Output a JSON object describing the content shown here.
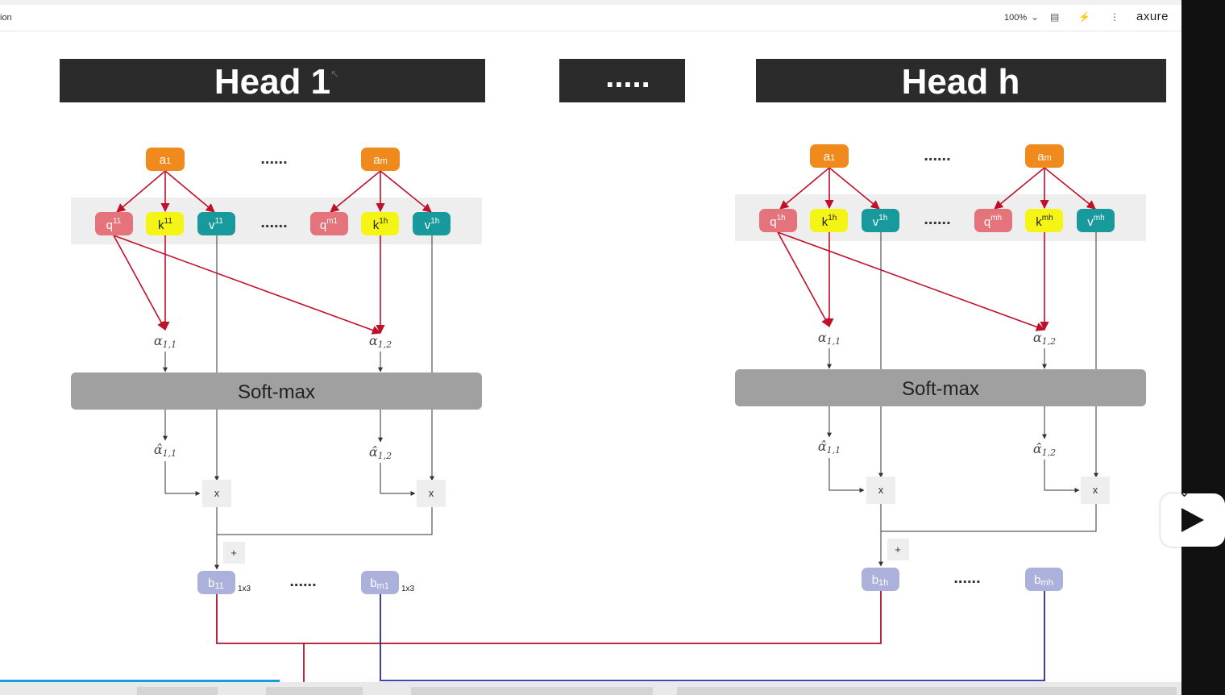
{
  "app": {
    "tab_fragment": "ion",
    "zoom": "100%",
    "logo": "axure"
  },
  "diagram": {
    "head1_title": "Head 1",
    "middle_title": ".....",
    "headh_title": "Head h",
    "dots": "......",
    "softmax": "Soft-max",
    "mult": "x",
    "plus": "+",
    "dim": "1x3",
    "head1": {
      "a1": "a",
      "a1_sub": "1",
      "am": "a",
      "am_sub": "m",
      "q1": "q",
      "q1_sup": "11",
      "k1": "k",
      "k1_sup": "11",
      "v1": "v",
      "v1_sup": "11",
      "q2": "q",
      "q2_sup": "m1",
      "k2": "k",
      "k2_sup": "1h",
      "v2": "v",
      "v2_sup": "1h",
      "alpha1": "α",
      "alpha1_sub": "1,1",
      "alpha2": "α",
      "alpha2_sub": "1,2",
      "alphahat1": "α̂",
      "alphahat1_sub": "1,1",
      "alphahat2": "α̂",
      "alphahat2_sub": "1,2",
      "b1": "b",
      "b1_sub": "11",
      "b2": "b",
      "b2_sub": "m1"
    },
    "headh": {
      "a1": "a",
      "a1_sub": "1",
      "am": "a",
      "am_sub": "m",
      "q1": "q",
      "q1_sup": "1h",
      "k1": "k",
      "k1_sup": "1h",
      "v1": "v",
      "v1_sup": "1h",
      "q2": "q",
      "q2_sup": "mh",
      "k2": "k",
      "k2_sup": "mh",
      "v2": "v",
      "v2_sup": "mh",
      "alpha1": "α",
      "alpha1_sub": "1,1",
      "alpha2": "α",
      "alpha2_sub": "1,2",
      "alphahat1": "α̂",
      "alphahat1_sub": "1,1",
      "alphahat2": "α̂",
      "alphahat2_sub": "1,2",
      "b1": "b",
      "b1_sub": "1h",
      "b2": "b",
      "b2_sub": "mh"
    }
  },
  "colors": {
    "header_bg": "#2b2b2b",
    "a_node": "#f08a1c",
    "q_node": "#e5737b",
    "k_node": "#f5f515",
    "v_node": "#189a9c",
    "b_node": "#abb1da",
    "softmax_bg": "#a0a0a0",
    "band_bg": "#eeeeee",
    "arrow_red": "#c0102a",
    "line_blue": "#2a2aa0",
    "line_dark": "#333333"
  }
}
